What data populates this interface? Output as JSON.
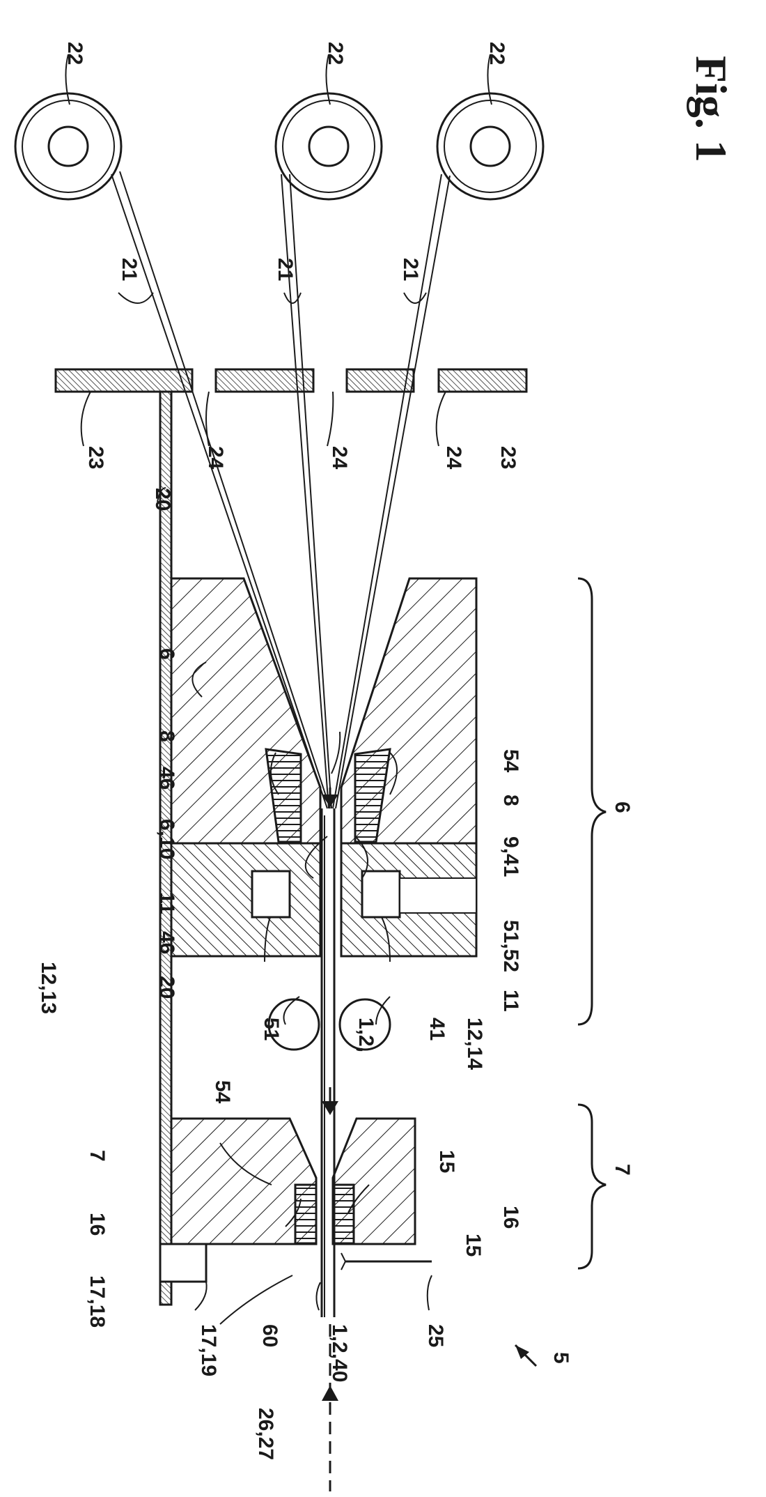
{
  "figure": {
    "title": "Fig. 1",
    "labels": {
      "22": "22",
      "21": "21",
      "23": "23",
      "24": "24",
      "20": "20",
      "6": "6",
      "8": "8",
      "54": "54",
      "46": "46",
      "6_10": "6,10",
      "9_41": "9,41",
      "11": "11",
      "51_52": "51,52",
      "12_13": "12,13",
      "51": "51",
      "1_2": "1,2,",
      "41": "41",
      "12_14": "12,14",
      "7": "7",
      "15": "15",
      "16": "16",
      "5": "5",
      "17_18": "17,18",
      "17_19": "17,19",
      "60": "60",
      "1_2_40": "1,2,40",
      "25": "25",
      "26_27": "26,27"
    }
  }
}
